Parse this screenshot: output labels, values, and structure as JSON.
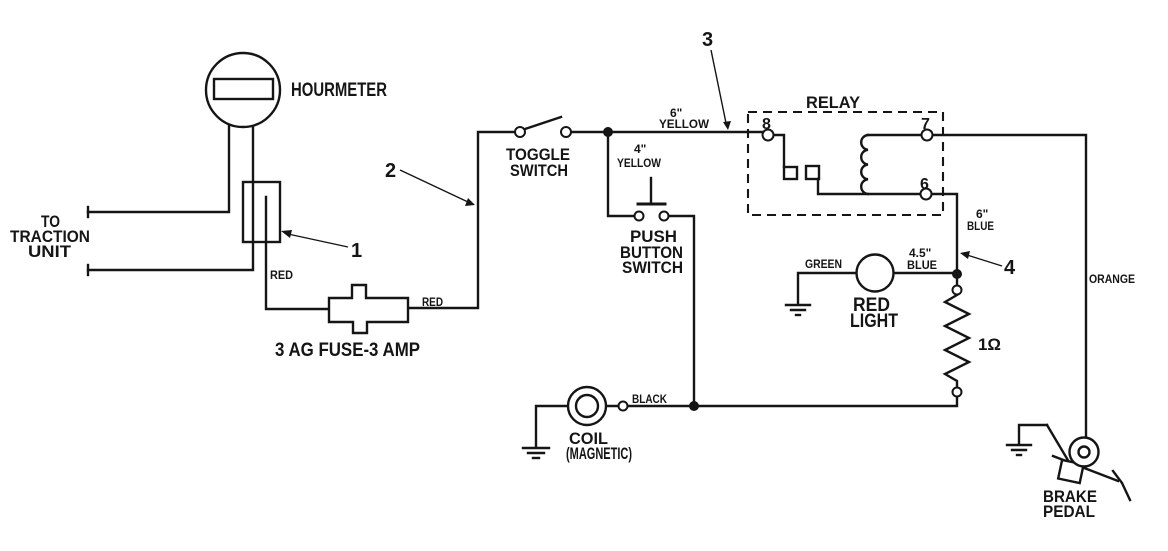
{
  "diagram_title": "hourmeter-brake-circuit-wiring-diagram",
  "colors": {
    "line": "#151515",
    "background": "#ffffff"
  },
  "components": {
    "hourmeter": {
      "label": "HOURMETER"
    },
    "traction": {
      "line1": "TO",
      "line2": "TRACTION",
      "line3": "UNIT"
    },
    "fuse": {
      "label": "3 AG  FUSE-3 AMP"
    },
    "toggle_switch": {
      "line1": "TOGGLE",
      "line2": "SWITCH"
    },
    "push_button_switch": {
      "line1": "PUSH",
      "line2": "BUTTON",
      "line3": "SWITCH"
    },
    "relay": {
      "label": "RELAY",
      "pin8": "8",
      "pin7": "7",
      "pin6": "6"
    },
    "red_light": {
      "line1": "RED",
      "line2": "LIGHT"
    },
    "resistor": {
      "label": "1Ω"
    },
    "coil": {
      "line1": "COIL",
      "line2": "(MAGNETIC)"
    },
    "brake_pedal": {
      "line1": "BRAKE",
      "line2": "PEDAL"
    }
  },
  "wires": {
    "red_hourmeter": "RED",
    "red_fuse": "RED",
    "yellow_6": {
      "length": "6\"",
      "color": "YELLOW"
    },
    "yellow_4": {
      "length": "4\"",
      "color": "YELLOW"
    },
    "blue_6": {
      "length": "6\"",
      "color": "BLUE"
    },
    "blue_45": {
      "length": "4.5\"",
      "color": "BLUE"
    },
    "green": "GREEN",
    "black": "BLACK",
    "orange": "ORANGE"
  },
  "callouts": {
    "c1": "1",
    "c2": "2",
    "c3": "3",
    "c4": "4"
  }
}
